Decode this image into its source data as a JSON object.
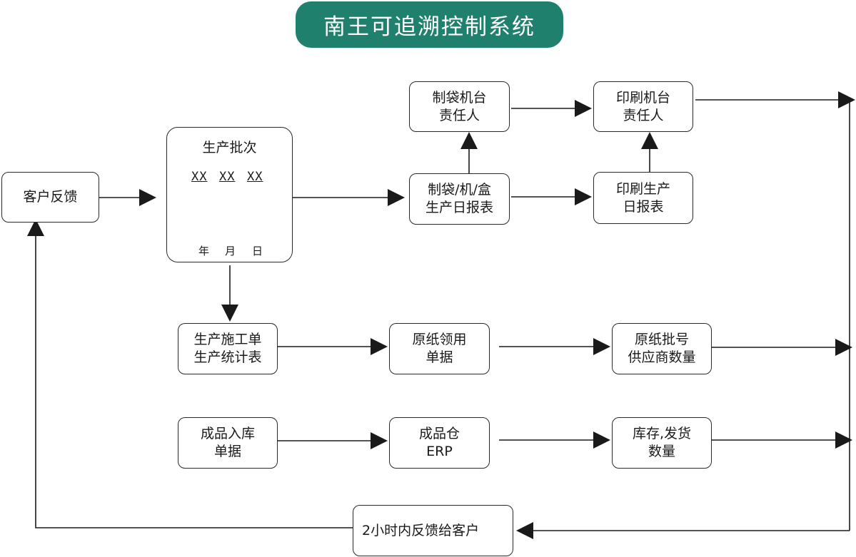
{
  "title": "南王可追溯控制系统",
  "colors": {
    "title_bg": "#20806e",
    "line": "#1a1a1a"
  },
  "nodes": {
    "customer_feedback": "客户反馈",
    "batch": {
      "title": "生产批次",
      "codes": [
        "XX",
        "XX",
        "XX"
      ],
      "parts": [
        "年",
        "月",
        "日"
      ]
    },
    "bag_machine_owner": [
      "制袋机台",
      "责任人"
    ],
    "print_machine_owner": [
      "印刷机台",
      "责任人"
    ],
    "bag_daily_report": [
      "制袋/机/盒",
      "生产日报表"
    ],
    "print_daily_report": [
      "印刷生产",
      "日报表"
    ],
    "work_order": [
      "生产施工单",
      "生产统计表"
    ],
    "paper_requisition": [
      "原纸领用",
      "单据"
    ],
    "paper_batch": [
      "原纸批号",
      "供应商数量"
    ],
    "warehouse_receipt": [
      "成品入库",
      "单据"
    ],
    "warehouse_erp": [
      "成品仓",
      "ERP"
    ],
    "stock_shipping": [
      "库存,发货",
      "数量"
    ],
    "feedback_return": "2小时内反馈给客户"
  }
}
